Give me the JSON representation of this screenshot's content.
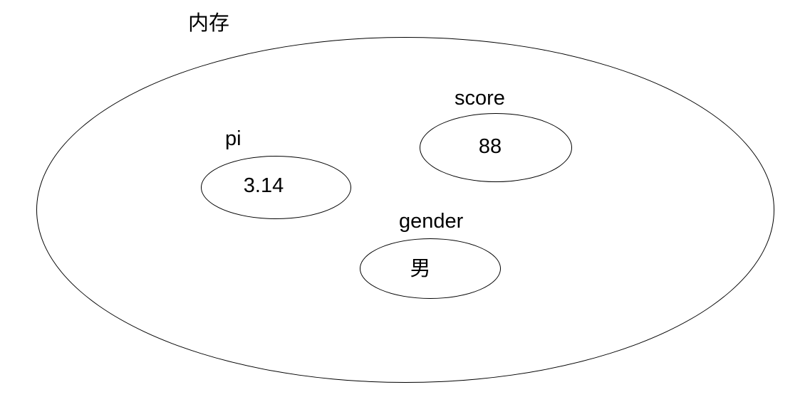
{
  "diagram": {
    "outer_label": "内存",
    "variables": [
      {
        "name": "pi",
        "value": "3.14"
      },
      {
        "name": "score",
        "value": "88"
      },
      {
        "name": "gender",
        "value": "男"
      }
    ],
    "colors": {
      "outline": "#000000",
      "text": "#000000",
      "background": "#ffffff"
    }
  }
}
